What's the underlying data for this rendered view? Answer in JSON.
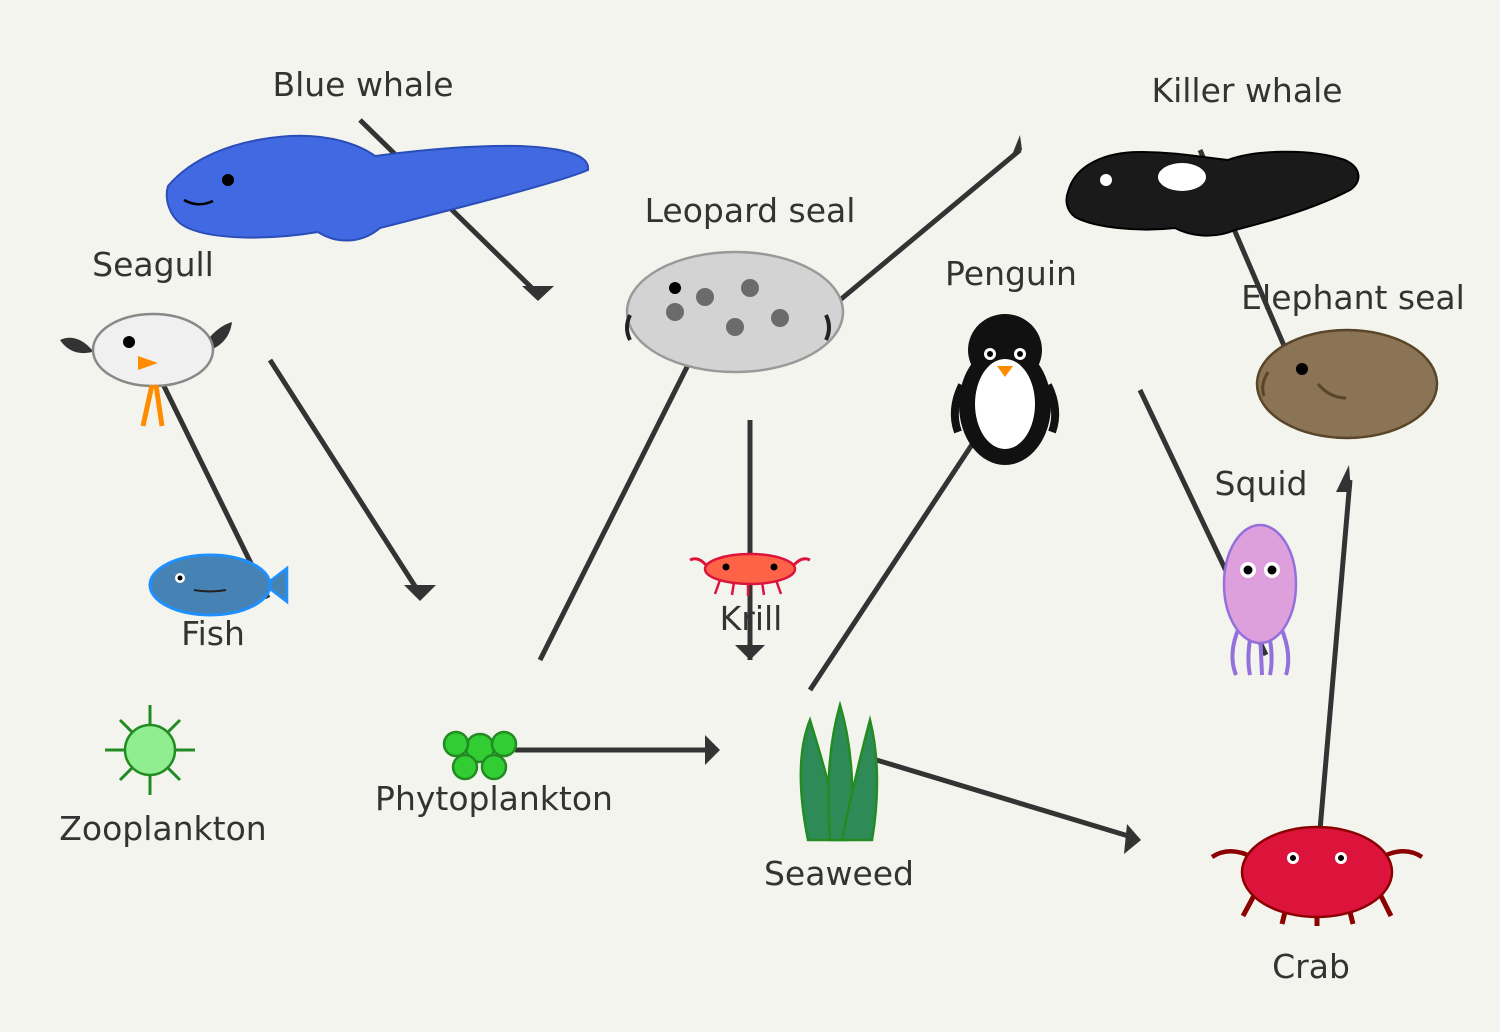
{
  "diagram": {
    "organisms": {
      "blue_whale": "Blue whale",
      "killer_whale": "Killer whale",
      "leopard_seal": "Leopard seal",
      "seagull": "Seagull",
      "penguin": "Penguin",
      "elephant_seal": "Elephant seal",
      "squid": "Squid",
      "fish": "Fish",
      "krill": "Krill",
      "zooplankton": "Zooplankton",
      "phytoplankton": "Phytoplankton",
      "seaweed": "Seaweed",
      "crab": "Crab"
    },
    "colors": {
      "background": "#f4f4ef",
      "arrow": "#333333",
      "blue_whale": "#4169e1",
      "killer_whale": "#1a1a1a",
      "leopard_seal": "#d3d3d3",
      "elephant_seal": "#8b7355",
      "squid": "#dda0dd",
      "fish": "#4682b4",
      "krill": "#ff6347",
      "zooplankton": "#90ee90",
      "phytoplankton": "#32cd32",
      "seaweed": "#2e8b57",
      "crab": "#dc143c"
    }
  }
}
